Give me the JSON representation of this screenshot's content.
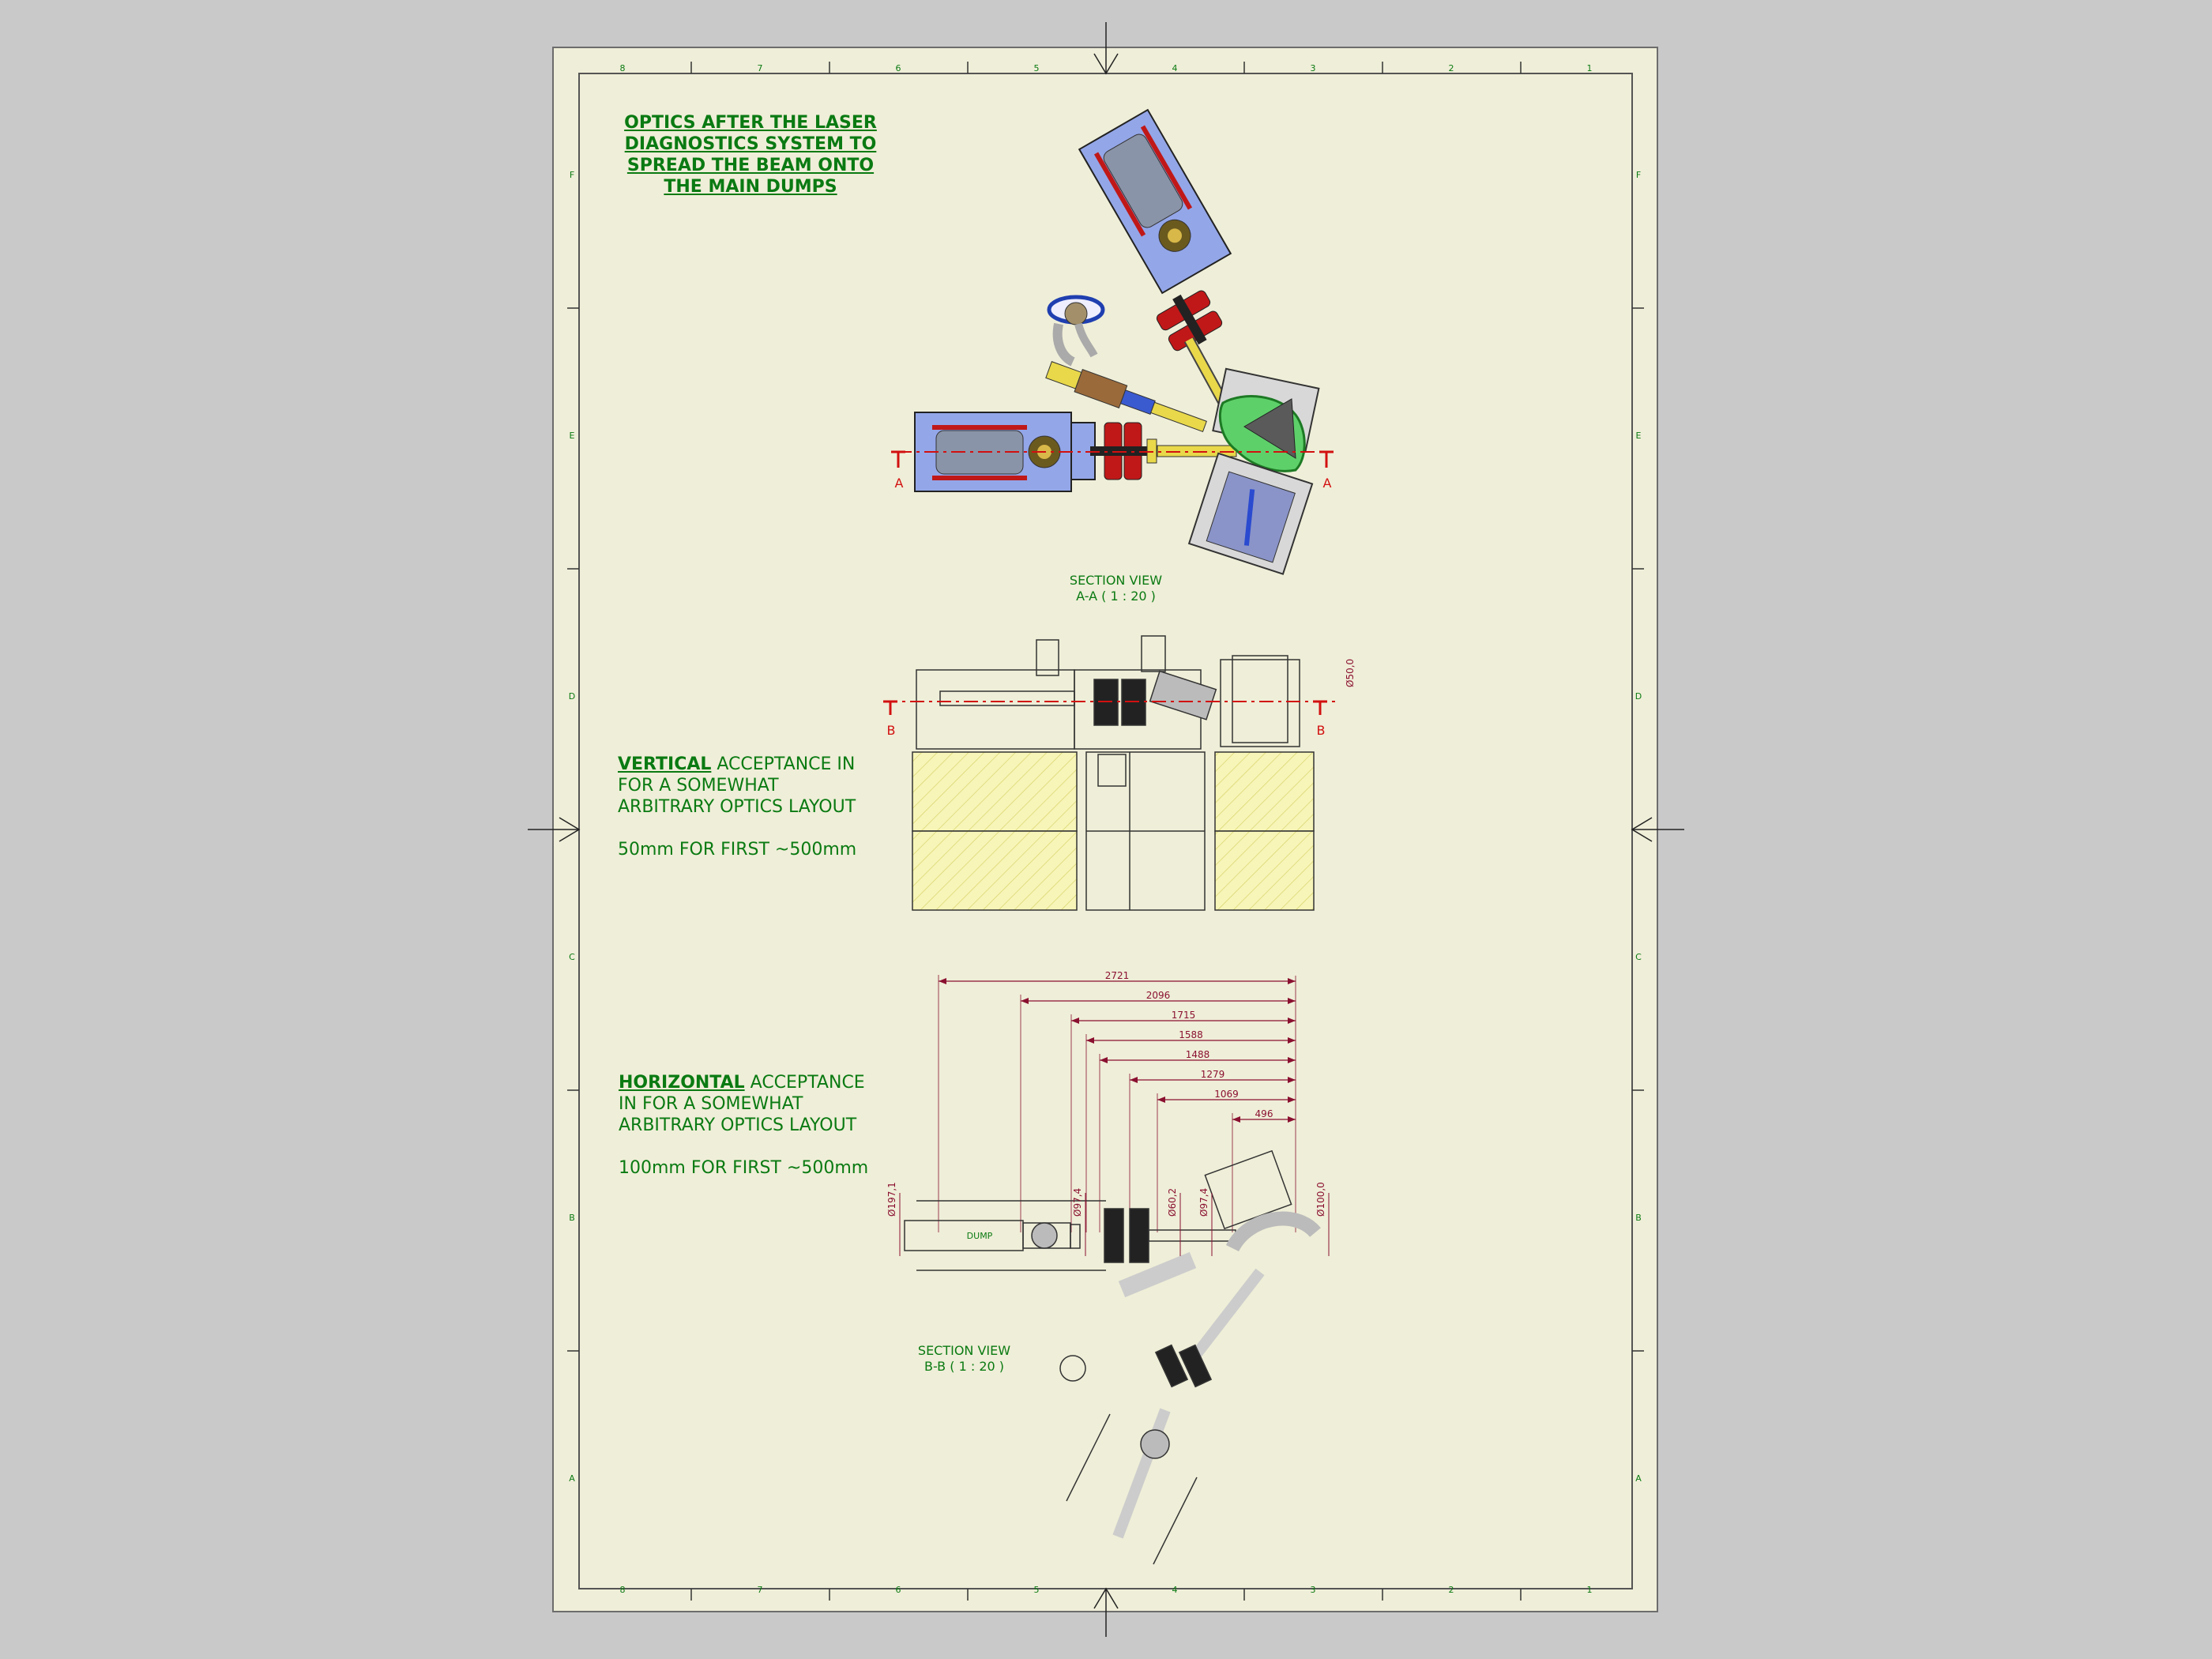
{
  "title_lines": [
    "OPTICS AFTER THE LASER",
    "DIAGNOSTICS SYSTEM TO",
    "SPREAD THE BEAM ONTO",
    "THE MAIN DUMPS"
  ],
  "vertical_note": {
    "emphasis": "VERTICAL",
    "line1_rest": " ACCEPTANCE IN",
    "line2": "FOR A SOMEWHAT",
    "line3": "ARBITRARY OPTICS LAYOUT",
    "line4": "50mm FOR FIRST ~500mm"
  },
  "horizontal_note": {
    "emphasis": "HORIZONTAL",
    "line1_rest": " ACCEPTANCE",
    "line2": "IN FOR A SOMEWHAT",
    "line3": "ARBITRARY OPTICS LAYOUT",
    "line4": "100mm FOR FIRST ~500mm"
  },
  "section_aa": {
    "line1": "SECTION VIEW",
    "line2": "A-A  ( 1 : 20 )",
    "marker": "A"
  },
  "section_bb": {
    "line1": "SECTION VIEW",
    "line2": "B-B  ( 1 : 20 )",
    "marker": "B"
  },
  "grid": {
    "columns": [
      "8",
      "7",
      "6",
      "5",
      "4",
      "3",
      "2",
      "1"
    ],
    "rows": [
      "F",
      "E",
      "D",
      "C",
      "B",
      "A"
    ]
  },
  "dimensions": {
    "horizontal": [
      "2721",
      "2096",
      "1715",
      "1588",
      "1488",
      "1279",
      "1069",
      "496"
    ],
    "diameters_bb": [
      "Ø197,1",
      "Ø97,4",
      "Ø60,2",
      "Ø97,4",
      "Ø100,0"
    ],
    "diameter_aa": "Ø50,0",
    "dump_label": "DUMP"
  },
  "colors": {
    "sheet": "#efeed8",
    "background": "#c9c9c9",
    "text": "#0a7a12",
    "dimension": "#8a1030",
    "section_marker": "#d21010",
    "blue_tank": "#93a6e8",
    "red_magnet": "#c01818",
    "yellow_pipe": "#e8d84a",
    "green_chamber": "#5ed06a"
  }
}
